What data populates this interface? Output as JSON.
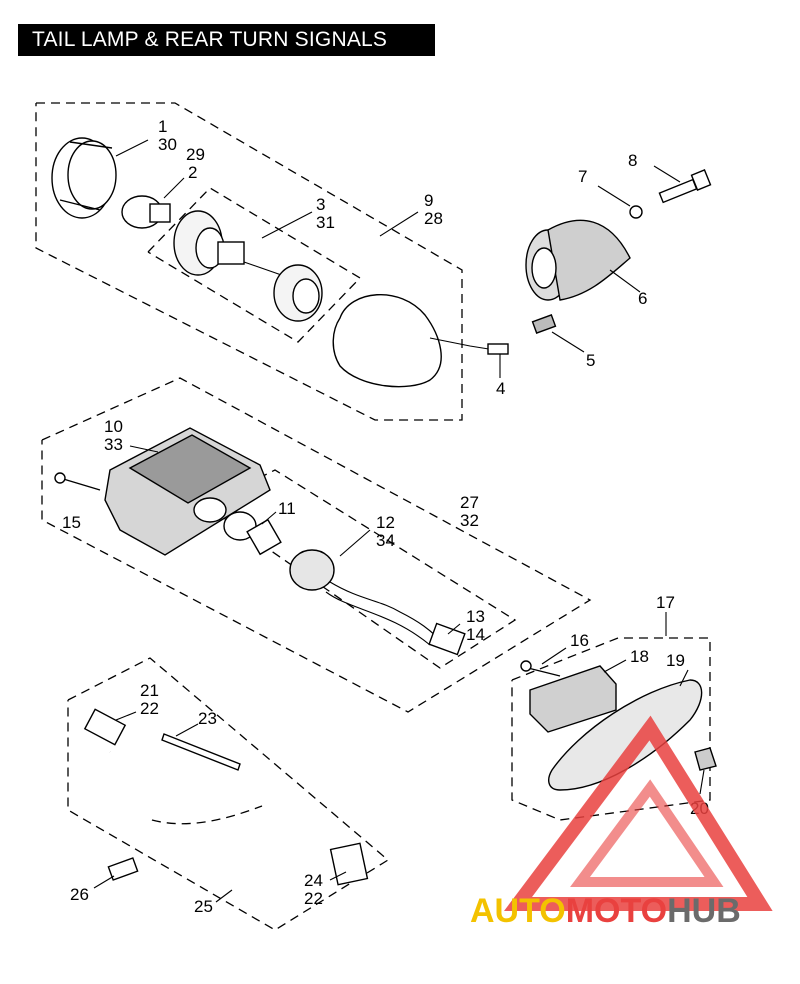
{
  "title": "TAIL LAMP & REAR  TURN SIGNALS",
  "callouts": {
    "c1": "1",
    "c30": "30",
    "c29": "29",
    "c2": "2",
    "c3": "3",
    "c31": "31",
    "c9": "9",
    "c28": "28",
    "c7": "7",
    "c8": "8",
    "c6": "6",
    "c5": "5",
    "c4": "4",
    "c10": "10",
    "c33": "33",
    "c15": "15",
    "c11": "11",
    "c12": "12",
    "c34": "34",
    "c27": "27",
    "c32": "32",
    "c13": "13",
    "c14": "14",
    "c17": "17",
    "c16": "16",
    "c18": "18",
    "c19": "19",
    "c20": "20",
    "c21": "21",
    "c22a": "22",
    "c23": "23",
    "c24": "24",
    "c22b": "22",
    "c25": "25",
    "c26": "26"
  },
  "watermark": {
    "part_a": "AUTO",
    "part_b": "MOTO",
    "part_c": "HUB",
    "logo_color": "#e9413f"
  },
  "colors": {
    "line": "#000000",
    "background": "#ffffff",
    "title_bg": "#000000",
    "title_fg": "#ffffff"
  }
}
